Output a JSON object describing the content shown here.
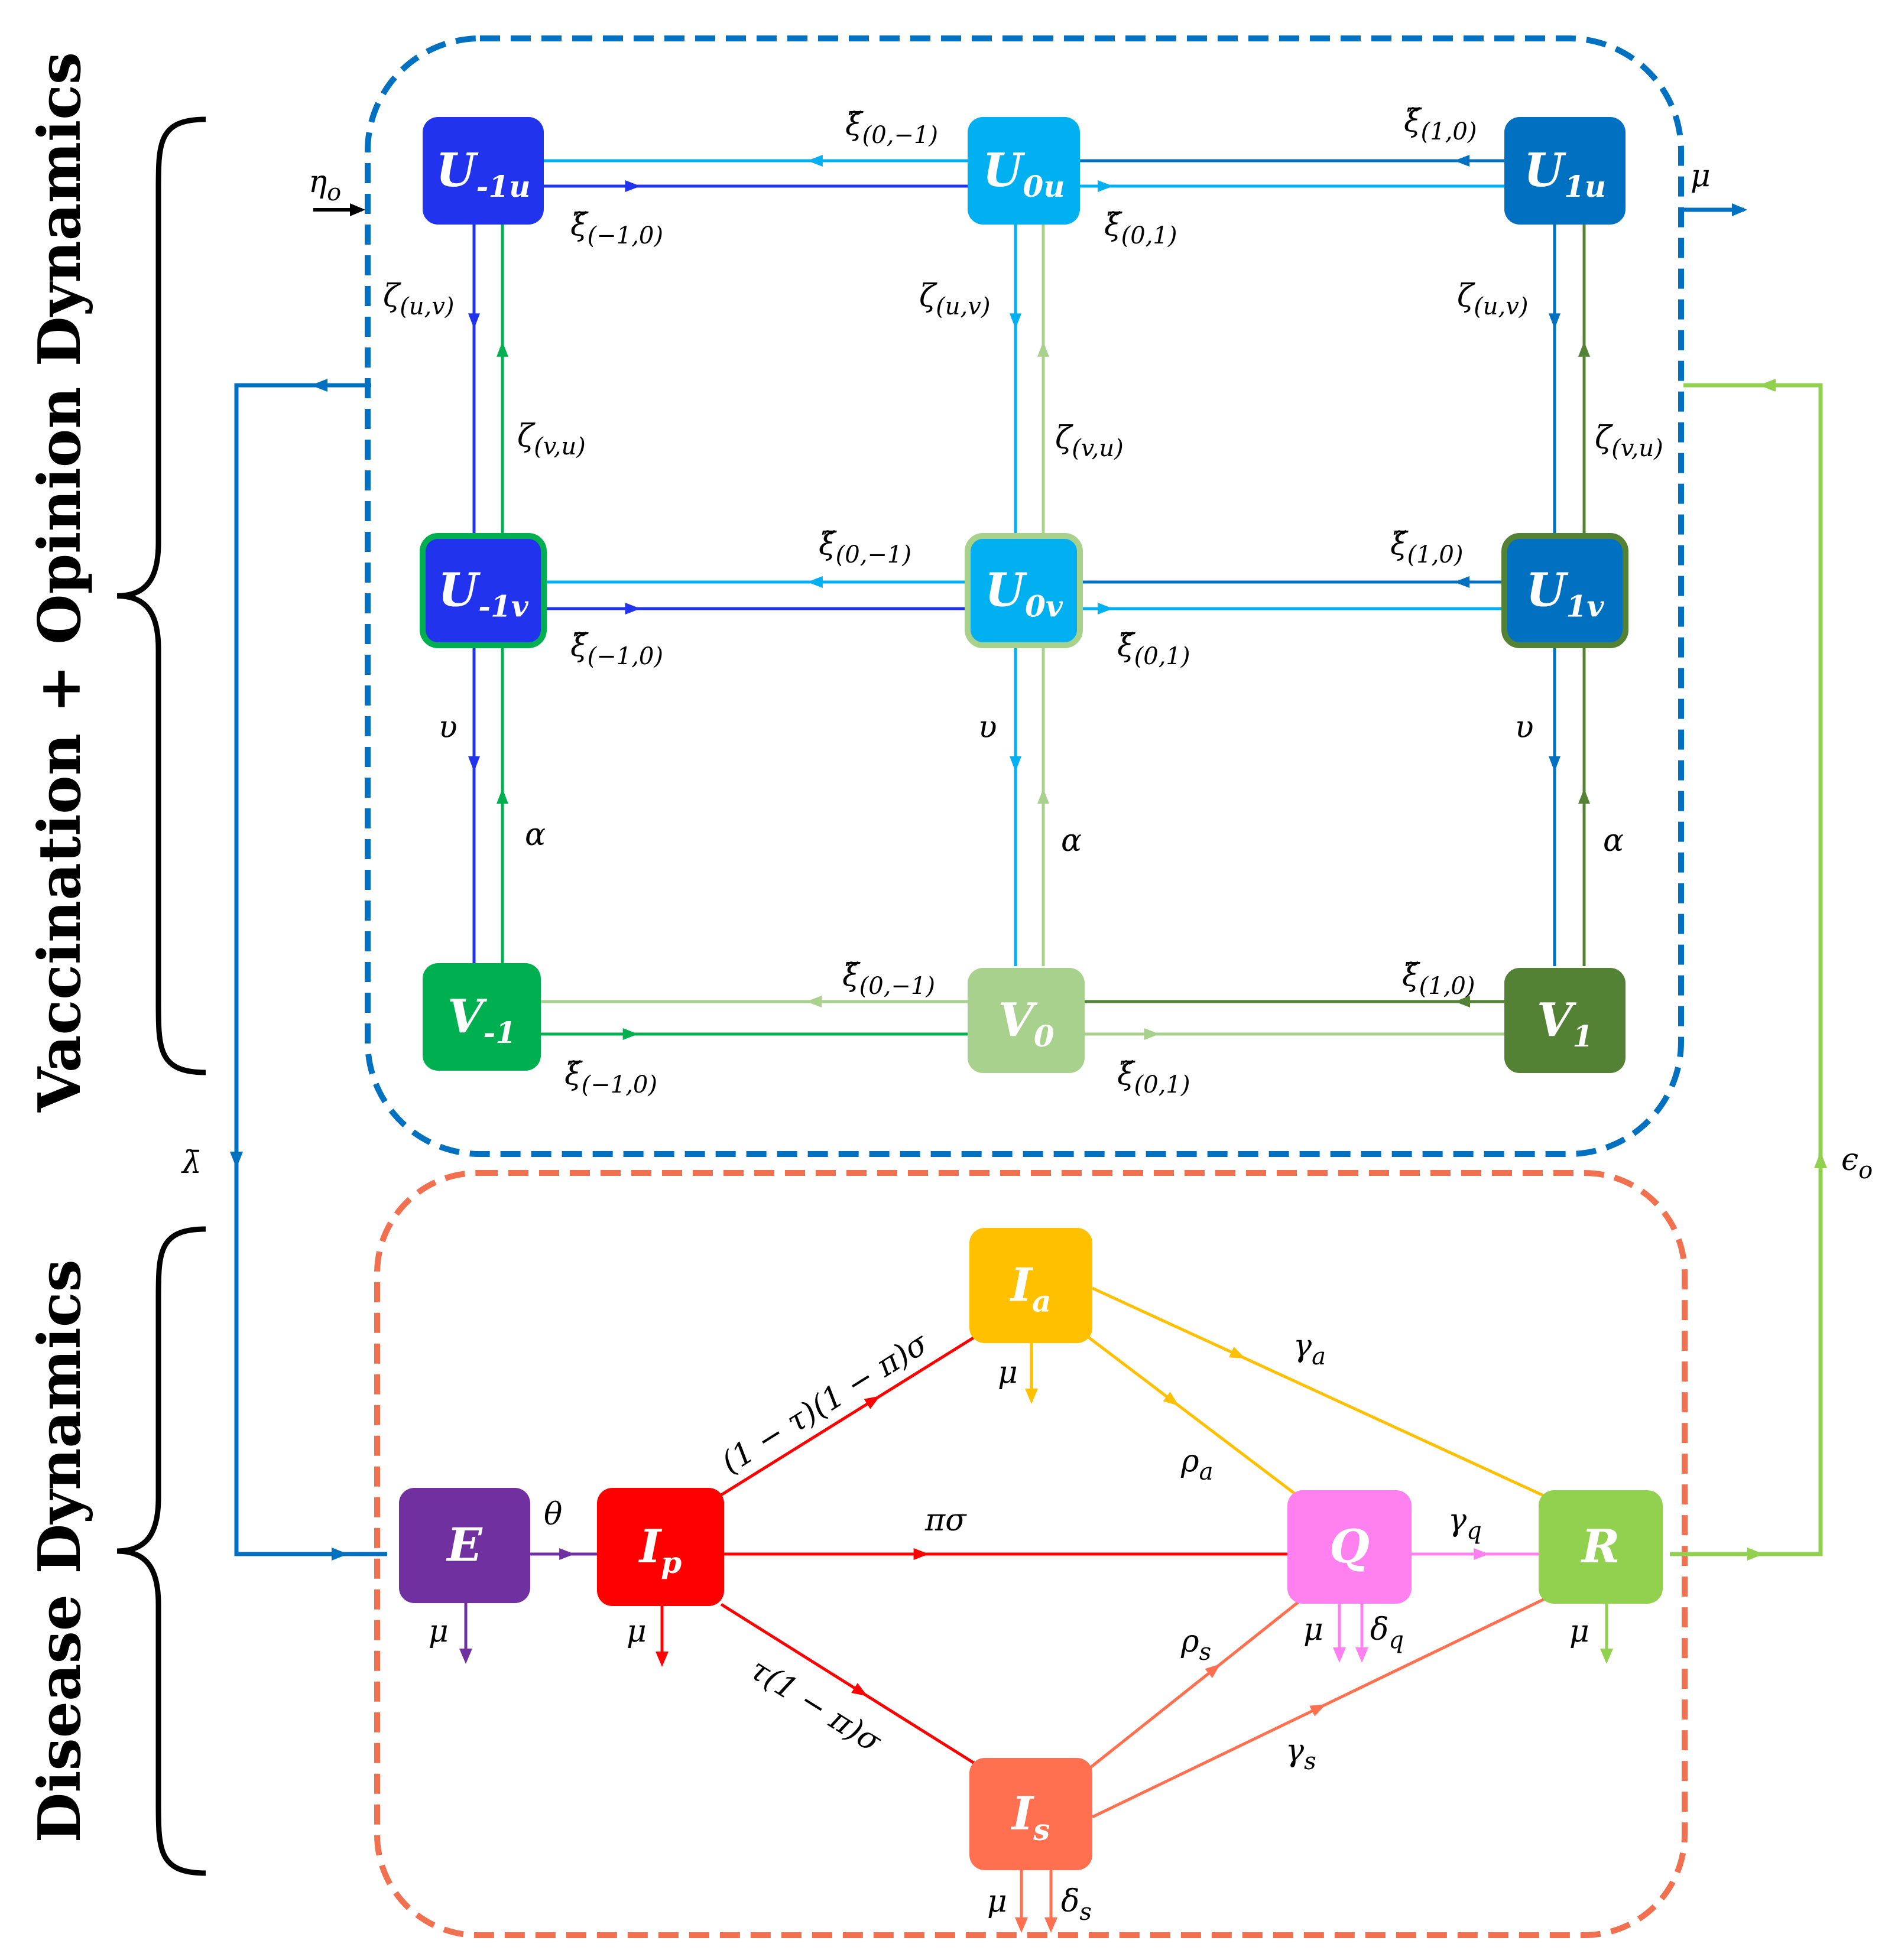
{
  "section_labels": {
    "top": "Vaccination + Opinion Dynamics",
    "bottom": "Disease Dynamics"
  },
  "nodes": [
    {
      "id": "U-1u",
      "main": "U",
      "sub": "-1u",
      "fill": "#2233ee",
      "stroke": ""
    },
    {
      "id": "U0u",
      "main": "U",
      "sub": "0u",
      "fill": "#00b0f0",
      "stroke": ""
    },
    {
      "id": "U1u",
      "main": "U",
      "sub": "1u",
      "fill": "#0070c0",
      "stroke": ""
    },
    {
      "id": "U-1v",
      "main": "U",
      "sub": "-1v",
      "fill": "#2233ee",
      "stroke": "#00b050"
    },
    {
      "id": "U0v",
      "main": "U",
      "sub": "0v",
      "fill": "#00b0f0",
      "stroke": "#a9d18e"
    },
    {
      "id": "U1v",
      "main": "U",
      "sub": "1v",
      "fill": "#0070c0",
      "stroke": "#548235"
    },
    {
      "id": "V-1",
      "main": "V",
      "sub": "-1",
      "fill": "#00b050",
      "stroke": ""
    },
    {
      "id": "V0",
      "main": "V",
      "sub": "0",
      "fill": "#a9d18e",
      "stroke": ""
    },
    {
      "id": "V1",
      "main": "V",
      "sub": "1",
      "fill": "#548235",
      "stroke": ""
    },
    {
      "id": "E",
      "main": "E",
      "sub": "",
      "fill": "#7030a0",
      "stroke": ""
    },
    {
      "id": "Ip",
      "main": "I",
      "sub": "p",
      "fill": "#ff0000",
      "stroke": ""
    },
    {
      "id": "Ia",
      "main": "I",
      "sub": "a",
      "fill": "#ffc000",
      "stroke": ""
    },
    {
      "id": "Is",
      "main": "I",
      "sub": "s",
      "fill": "#ff7050",
      "stroke": ""
    },
    {
      "id": "Q",
      "main": "Q",
      "sub": "",
      "fill": "#ff80ee",
      "stroke": ""
    },
    {
      "id": "R",
      "main": "R",
      "sub": "",
      "fill": "#92d050",
      "stroke": ""
    }
  ],
  "rates": {
    "xi_0_m1": "ξ̃(0,−1)",
    "xi_1_0": "ξ̃(1,0)",
    "xi_m1_0": "ξ̃(−1,0)",
    "xi_0_1": "ξ̃(0,1)",
    "zeta_uv": "ζ(u,v)",
    "zeta_vu": "ζ(v,u)",
    "upsilon": "υ",
    "alpha": "α",
    "eta_o": "ηo",
    "mu": "μ",
    "lambda_bar": "λ̄",
    "epsilon_o": "ϵo",
    "theta": "θ",
    "pi_sigma": "πσ",
    "ia_rate": "(1 − τ)(1 − π)σ",
    "is_rate": "τ(1 − π)σ",
    "gamma_a": "γa",
    "gamma_q": "γq",
    "gamma_s": "γs",
    "rho_a": "ρa",
    "rho_s": "ρs",
    "delta_q": "δq",
    "delta_s": "δs"
  },
  "colors": {
    "top_border": "#0070c0",
    "bottom_border": "#f07050",
    "blue_dark": "#2233ee",
    "blue_light": "#00b0f0",
    "blue_mid": "#0070c0",
    "green": "#00b050",
    "green_light": "#a9d18e",
    "green_dark": "#548235",
    "feedback_green": "#92d050",
    "purple": "#7030a0",
    "red": "#ff0000",
    "orange": "#ffc000",
    "salmon": "#ff7050",
    "pink": "#ff80ee"
  }
}
